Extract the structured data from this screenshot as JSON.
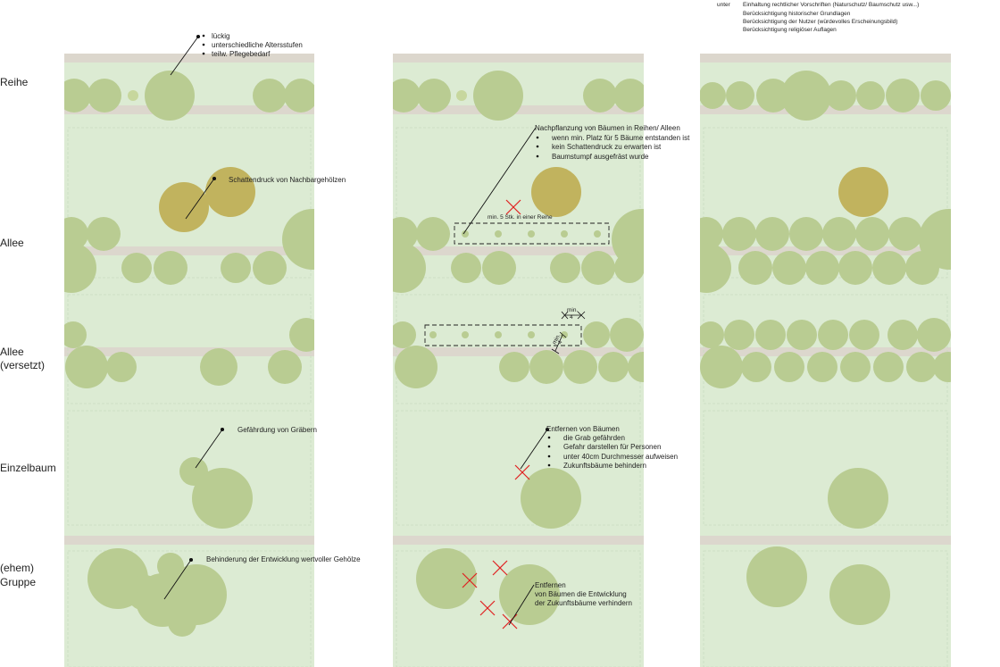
{
  "colors": {
    "panel": "#dcebd3",
    "path": "#dcd7cd",
    "tree": "#b9cc92",
    "tree_brown": "#c1b35e",
    "small_tree": "#c7d79d",
    "cross": "#e02020",
    "line": "#111111"
  },
  "row_labels": {
    "reihe": "Reihe",
    "allee": "Allee",
    "allee_versetzt_1": "Allee",
    "allee_versetzt_2": "(versetzt)",
    "einzelbaum": "Einzelbaum",
    "gruppe_1": "(ehem)",
    "gruppe_2": "Gruppe"
  },
  "notes": {
    "reihe_items": [
      "lückig",
      "unterschiedliche Altersstufen",
      "teilw. Pflegebedarf"
    ],
    "schattendruck": "Schattendruck von Nachbargehölzen",
    "gefaehrdung": "Gefährdung von Gräbern",
    "behinderung": "Behinderung der Entwicklung wertvoller Gehölze",
    "nachpflanzung_title": "Nachpflanzung von Bäumen in Reihen/ Alleen",
    "nachpflanzung_items": [
      "wenn min. Platz für 5 Bäume entstanden ist",
      "kein Schattendruck zu erwarten ist",
      "Baumstumpf ausgefräst wurde"
    ],
    "min_reihe": "min.  5 Stk. in einer Reihe",
    "min_label": "min.",
    "min_value": "4",
    "entfernen_title": "Entfernen von Bäumen",
    "entfernen_items": [
      "die Grab gefährden",
      "Gefahr darstellen für Personen",
      "unter 40cm Durchmesser aufweisen",
      "Zukunftsbäume behindern"
    ],
    "entfernen2_lines": [
      "Entfernen",
      "von Bäumen die Entwicklung",
      "der Zukunftsbäume verhindern"
    ],
    "header_prefix": "unter",
    "header_lines": [
      "Einhaltung rechtlicher Vorschriften (Naturschutz/ Baumschutz usw...)",
      "Berücksichtigung historischer Grundlagen",
      "Berücksichtigung der Nutzer (würdevolles Erscheinungsbild)",
      "Berücksichtigung religiöser Auflagen"
    ]
  }
}
